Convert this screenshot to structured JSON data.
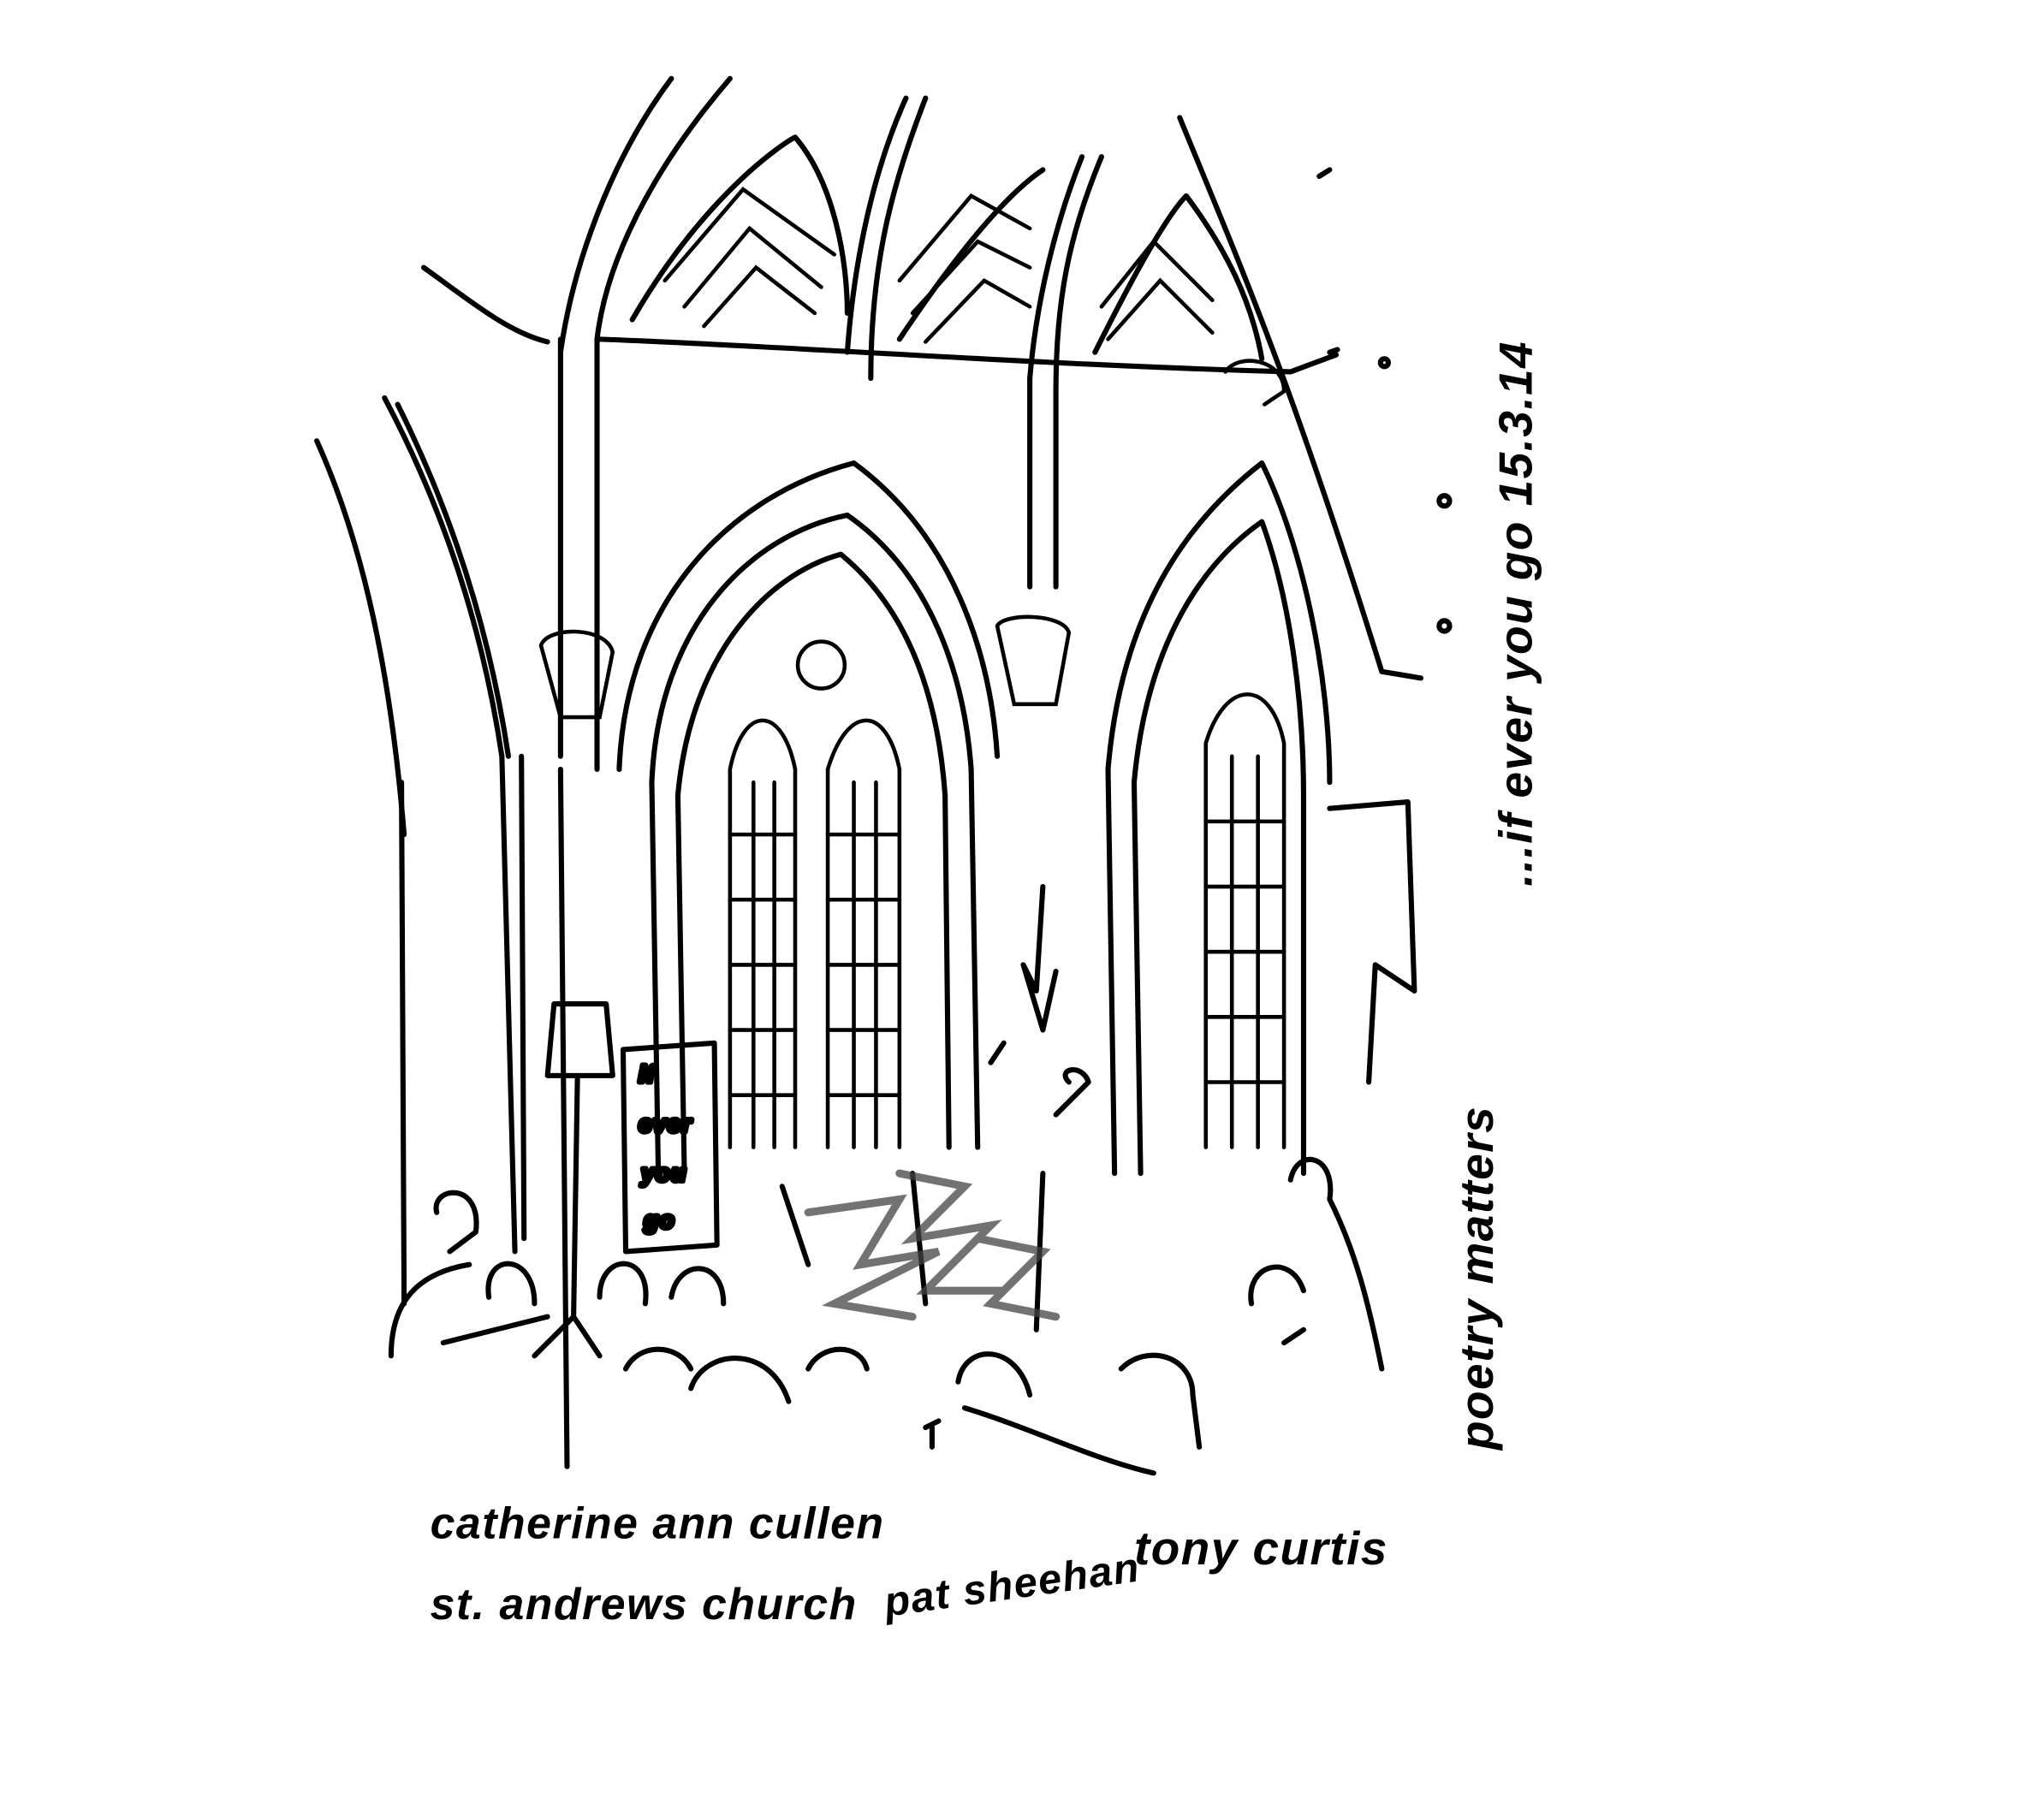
{
  "captions": {
    "poet_1": "catherine ann cullen",
    "venue": "st. andrews church",
    "poet_2": "pat sheehan",
    "poet_3": "tony curtis",
    "event": "poetry matters",
    "series_date": "...if ever you go 15.3.14"
  },
  "banner": {
    "line1": "if",
    "line2": "ever",
    "line3": "you",
    "line4": "go"
  },
  "colors": {
    "ink": "#000000",
    "paper": "#ffffff"
  }
}
